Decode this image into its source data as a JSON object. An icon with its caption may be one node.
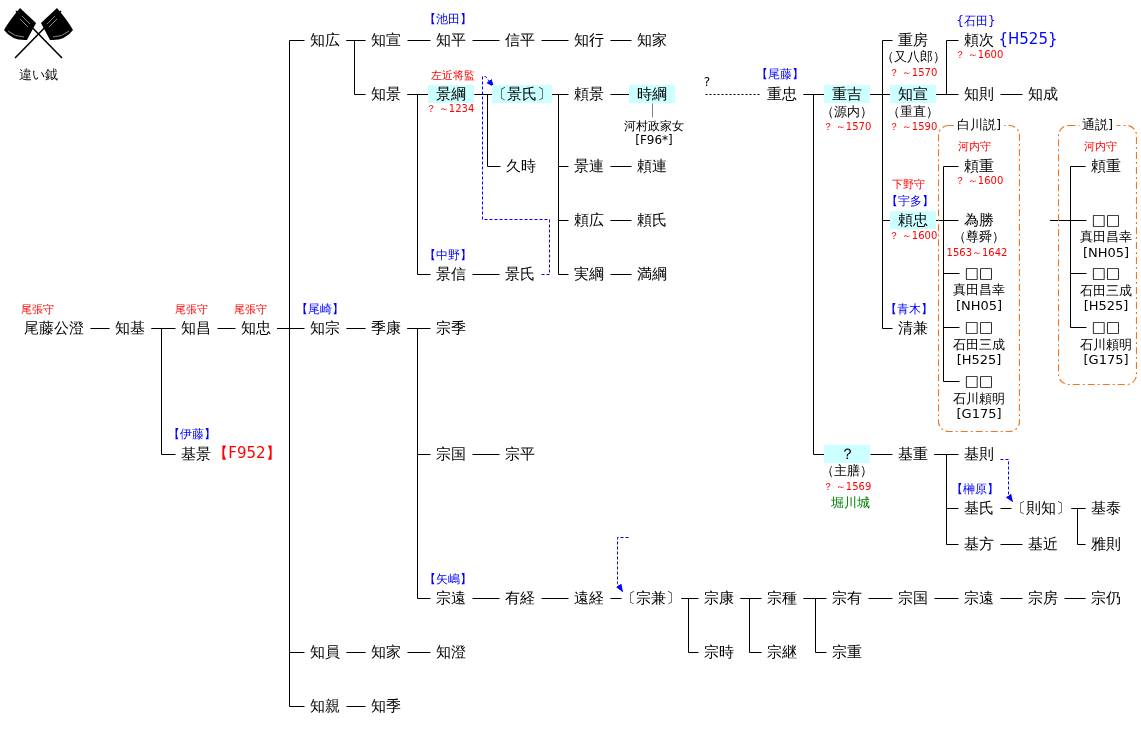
{
  "diagram": {
    "nodes": [
      {
        "text": [
          "尾藤公澄"
        ],
        "beside": [
          "尾張守"
        ]
      },
      {
        "text": [
          "知基"
        ]
      },
      {
        "text": [
          "知昌"
        ],
        "beside": [
          "尾張守"
        ]
      },
      {
        "text": [
          "知忠"
        ],
        "beside": [
          "尾張守"
        ]
      },
      {
        "text": [
          "基景"
        ],
        "beside": [
          "【伊藤】",
          "【F952】"
        ]
      },
      {
        "text": [
          "知広"
        ]
      },
      {
        "text": [
          "知宣"
        ]
      },
      {
        "text": [
          "知平"
        ],
        "beside": [
          "【池田】"
        ]
      },
      {
        "text": [
          "信平"
        ]
      },
      {
        "text": [
          "知行"
        ]
      },
      {
        "text": [
          "知家"
        ]
      },
      {
        "text": [
          "知景"
        ]
      },
      {
        "text": [
          "景綱"
        ],
        "beside": [
          "左近将監",
          "？ ～1234"
        ]
      },
      {
        "text": [
          "〔景氏〕"
        ]
      },
      {
        "text": [
          "久時"
        ]
      },
      {
        "text": [
          "頼景"
        ]
      },
      {
        "text": [
          "時綱"
        ]
      },
      {
        "text": [
          "河村政家女"
        ],
        "beside": [
          "[F96*]"
        ]
      },
      {
        "text": [
          "景連"
        ]
      },
      {
        "text": [
          "頼連"
        ]
      },
      {
        "text": [
          "頼広"
        ]
      },
      {
        "text": [
          "頼氏"
        ]
      },
      {
        "text": [
          "景信"
        ],
        "beside": [
          "【中野】"
        ]
      },
      {
        "text": [
          "景氏"
        ]
      },
      {
        "text": [
          "実綱"
        ]
      },
      {
        "text": [
          "満綱"
        ]
      },
      {
        "text": [
          "重忠"
        ],
        "beside": [
          "【尾藤】"
        ]
      },
      {
        "text": [
          "重吉"
        ],
        "beside": [
          "（源内）",
          "？ ～1570"
        ]
      },
      {
        "text": [
          "重房"
        ],
        "beside": [
          "（又八郎）",
          "？ ～1570"
        ]
      },
      {
        "text": [
          "頼次"
        ],
        "beside": [
          "{石田}",
          "{H525}",
          "？ ～1600"
        ]
      },
      {
        "text": [
          "知宣"
        ],
        "beside": [
          "（重直）",
          "？ ～1590"
        ]
      },
      {
        "text": [
          "知則"
        ]
      },
      {
        "text": [
          "知成"
        ]
      },
      {
        "text": [
          "頼忠"
        ],
        "beside": [
          "下野守",
          "【宇多】",
          "？ ～1600"
        ]
      },
      {
        "text": [
          "清兼"
        ],
        "beside": [
          "【青木】"
        ]
      },
      {
        "text": [
          "白川説]"
        ]
      },
      {
        "text": [
          "頼重"
        ],
        "in": 35,
        "beside": [
          "河内守",
          "？ ～1600"
        ]
      },
      {
        "text": [
          "為勝"
        ],
        "in": 35,
        "beside": [
          "（尊舜）",
          "1563～1642"
        ]
      },
      {
        "text": [
          "□□"
        ],
        "in": 35,
        "beside": [
          "真田昌幸",
          "[NH05]"
        ]
      },
      {
        "text": [
          "□□"
        ],
        "in": 35,
        "beside": [
          "石田三成",
          "[H525]"
        ]
      },
      {
        "text": [
          "□□"
        ],
        "in": 35,
        "beside": [
          "石川頼明",
          "[G175]"
        ]
      },
      {
        "text": [
          "通説]"
        ]
      },
      {
        "text": [
          "頼重"
        ],
        "in": 41,
        "beside": [
          "河内守"
        ]
      },
      {
        "text": [
          "□□"
        ],
        "in": 41,
        "beside": [
          "真田昌幸",
          "[NH05]"
        ]
      },
      {
        "text": [
          "□□"
        ],
        "in": 41,
        "beside": [
          "石田三成",
          "[H525]"
        ]
      },
      {
        "text": [
          "□□"
        ],
        "in": 41,
        "beside": [
          "石川頼明",
          "[G175]"
        ]
      },
      {
        "text": [
          "知宗"
        ],
        "beside": [
          "【尾崎】"
        ]
      },
      {
        "text": [
          "季康"
        ]
      },
      {
        "text": [
          "宗季"
        ]
      },
      {
        "text": [
          "宗国"
        ]
      },
      {
        "text": [
          "宗平"
        ]
      },
      {
        "text": [
          "？"
        ],
        "beside": [
          "（主膳）",
          "？ ～1569",
          "堀川城"
        ]
      },
      {
        "text": [
          "基重"
        ]
      },
      {
        "text": [
          "基則"
        ]
      },
      {
        "text": [
          "基氏"
        ],
        "beside": [
          "【榊原】"
        ]
      },
      {
        "text": [
          "〔則知〕"
        ]
      },
      {
        "text": [
          "基泰"
        ]
      },
      {
        "text": [
          "基方"
        ]
      },
      {
        "text": [
          "基近"
        ]
      },
      {
        "text": [
          "雅則"
        ]
      },
      {
        "text": [
          "宗遠"
        ],
        "beside": [
          "【矢嶋】"
        ]
      },
      {
        "text": [
          "有経"
        ]
      },
      {
        "text": [
          "遠経"
        ]
      },
      {
        "text": [
          "〔宗兼〕"
        ]
      },
      {
        "text": [
          "宗康"
        ]
      },
      {
        "text": [
          "宗種"
        ]
      },
      {
        "text": [
          "宗有"
        ]
      },
      {
        "text": [
          "宗国"
        ]
      },
      {
        "text": [
          "宗遠"
        ]
      },
      {
        "text": [
          "宗房"
        ]
      },
      {
        "text": [
          "宗仍"
        ]
      },
      {
        "text": [
          "宗時"
        ]
      },
      {
        "text": [
          "宗継"
        ]
      },
      {
        "text": [
          "宗重"
        ]
      },
      {
        "text": [
          "知員"
        ]
      },
      {
        "text": [
          "知家"
        ]
      },
      {
        "text": [
          "知澄"
        ]
      },
      {
        "text": [
          "知親"
        ]
      },
      {
        "text": [
          "知季"
        ]
      }
    ],
    "edges": [
      {
        "from": 0,
        "to": 1,
        "arrow": "none"
      },
      {
        "from": 1,
        "to": 2,
        "arrow": "none"
      },
      {
        "from": 1,
        "to": 4,
        "arrow": "none"
      },
      {
        "from": 2,
        "to": 3,
        "arrow": "none"
      },
      {
        "from": 3,
        "to": 5,
        "arrow": "none"
      },
      {
        "from": 3,
        "to": 46,
        "arrow": "none"
      },
      {
        "from": 3,
        "to": 74,
        "arrow": "none"
      },
      {
        "from": 3,
        "to": 77,
        "arrow": "none"
      },
      {
        "from": 5,
        "to": 6,
        "arrow": "none"
      },
      {
        "from": 5,
        "to": 11,
        "arrow": "none"
      },
      {
        "from": 6,
        "to": 7,
        "arrow": "none"
      },
      {
        "from": 7,
        "to": 8,
        "arrow": "none"
      },
      {
        "from": 8,
        "to": 9,
        "arrow": "none"
      },
      {
        "from": 9,
        "to": 10,
        "arrow": "none"
      },
      {
        "from": 11,
        "to": 12,
        "arrow": "none"
      },
      {
        "from": 11,
        "to": 22,
        "arrow": "none"
      },
      {
        "from": 12,
        "to": 13,
        "arrow": "none"
      },
      {
        "from": 12,
        "to": 14,
        "arrow": "none"
      },
      {
        "from": 13,
        "to": 15,
        "arrow": "none"
      },
      {
        "from": 13,
        "to": 18,
        "arrow": "none"
      },
      {
        "from": 13,
        "to": 20,
        "arrow": "none"
      },
      {
        "from": 13,
        "to": 24,
        "arrow": "none"
      },
      {
        "from": 15,
        "to": 16,
        "arrow": "none"
      },
      {
        "from": 16,
        "to": 17,
        "arrow": "none",
        "color": "#808080"
      },
      {
        "from": 18,
        "to": 19,
        "arrow": "none"
      },
      {
        "from": 20,
        "to": 21,
        "arrow": "none"
      },
      {
        "from": 24,
        "to": 25,
        "arrow": "none"
      },
      {
        "from": 22,
        "to": 23,
        "arrow": "none"
      },
      {
        "from": 23,
        "to": 13,
        "arrow": "to",
        "style": "dashed",
        "color": "#0000ff"
      },
      {
        "from": null,
        "to": 26,
        "arrow": "none",
        "style": "dashed",
        "label": "?"
      },
      {
        "from": 26,
        "to": 27,
        "arrow": "none"
      },
      {
        "from": 26,
        "to": 51,
        "arrow": "none"
      },
      {
        "from": 27,
        "to": 28,
        "arrow": "none"
      },
      {
        "from": 27,
        "to": 30,
        "arrow": "none"
      },
      {
        "from": 27,
        "to": 33,
        "arrow": "none"
      },
      {
        "from": 27,
        "to": 34,
        "arrow": "none"
      },
      {
        "from": 30,
        "to": 29,
        "arrow": "none"
      },
      {
        "from": 30,
        "to": 31,
        "arrow": "none"
      },
      {
        "from": 31,
        "to": 32,
        "arrow": "none"
      },
      {
        "from": 33,
        "to": 36,
        "arrow": "none"
      },
      {
        "from": 33,
        "to": 37,
        "arrow": "none"
      },
      {
        "from": 33,
        "to": 38,
        "arrow": "none"
      },
      {
        "from": 33,
        "to": 39,
        "arrow": "none"
      },
      {
        "from": 33,
        "to": 40,
        "arrow": "none"
      },
      {
        "from": null,
        "to": 42,
        "arrow": "none"
      },
      {
        "from": null,
        "to": 43,
        "arrow": "none"
      },
      {
        "from": null,
        "to": 44,
        "arrow": "none"
      },
      {
        "from": null,
        "to": 45,
        "arrow": "none"
      },
      {
        "from": 46,
        "to": 47,
        "arrow": "none"
      },
      {
        "from": 47,
        "to": 48,
        "arrow": "none"
      },
      {
        "from": 47,
        "to": 49,
        "arrow": "none"
      },
      {
        "from": 47,
        "to": 60,
        "arrow": "none"
      },
      {
        "from": 49,
        "to": 50,
        "arrow": "none"
      },
      {
        "from": 51,
        "to": 52,
        "arrow": "none"
      },
      {
        "from": 52,
        "to": 53,
        "arrow": "none"
      },
      {
        "from": 52,
        "to": 54,
        "arrow": "none"
      },
      {
        "from": 52,
        "to": 57,
        "arrow": "none"
      },
      {
        "from": 54,
        "to": 55,
        "arrow": "none"
      },
      {
        "from": 53,
        "to": 55,
        "arrow": "to",
        "style": "dashed",
        "color": "#0000ff"
      },
      {
        "from": 55,
        "to": 56,
        "arrow": "none"
      },
      {
        "from": 55,
        "to": 59,
        "arrow": "none"
      },
      {
        "from": 57,
        "to": 58,
        "arrow": "none"
      },
      {
        "from": 60,
        "to": 61,
        "arrow": "none"
      },
      {
        "from": 61,
        "to": 62,
        "arrow": "none"
      },
      {
        "from": 62,
        "to": 63,
        "arrow": "none"
      },
      {
        "from": null,
        "to": 63,
        "arrow": "to",
        "style": "dashed",
        "color": "#0000ff"
      },
      {
        "from": 63,
        "to": 64,
        "arrow": "none"
      },
      {
        "from": 63,
        "to": 71,
        "arrow": "none"
      },
      {
        "from": 64,
        "to": 65,
        "arrow": "none"
      },
      {
        "from": 64,
        "to": 72,
        "arrow": "none"
      },
      {
        "from": 65,
        "to": 66,
        "arrow": "none"
      },
      {
        "from": 65,
        "to": 73,
        "arrow": "none"
      },
      {
        "from": 66,
        "to": 67,
        "arrow": "none"
      },
      {
        "from": 67,
        "to": 68,
        "arrow": "none"
      },
      {
        "from": 68,
        "to": 69,
        "arrow": "none"
      },
      {
        "from": 69,
        "to": 70,
        "arrow": "none"
      },
      {
        "from": 74,
        "to": 75,
        "arrow": "none"
      },
      {
        "from": 75,
        "to": 76,
        "arrow": "none"
      },
      {
        "from": 77,
        "to": 78,
        "arrow": "none"
      }
    ],
    "labels": [
      "違い鉞"
    ]
  }
}
